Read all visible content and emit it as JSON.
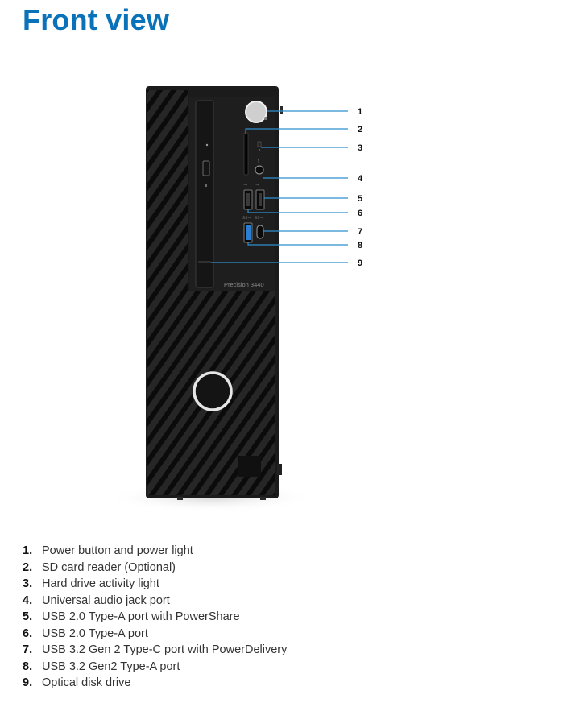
{
  "page": {
    "title": "Front view"
  },
  "device": {
    "model_label": "Precision 3440"
  },
  "callouts": [
    {
      "number": "1",
      "label": "Power button and power light"
    },
    {
      "number": "2",
      "label": "SD card reader (Optional)"
    },
    {
      "number": "3",
      "label": "Hard drive activity light"
    },
    {
      "number": "4",
      "label": "Universal audio jack port"
    },
    {
      "number": "5",
      "label": "USB 2.0 Type-A port with PowerShare"
    },
    {
      "number": "6",
      "label": "USB 2.0 Type-A port"
    },
    {
      "number": "7",
      "label": "USB 3.2 Gen 2 Type-C port with PowerDelivery"
    },
    {
      "number": "8",
      "label": "USB 3.2 Gen2 Type-A port"
    },
    {
      "number": "9",
      "label": "Optical disk drive"
    }
  ],
  "colors": {
    "title": "#0a72b9",
    "callout_line": "#2f8fcf",
    "chassis": "#1a1a1a",
    "usb3_port": "#2b7fd3"
  }
}
